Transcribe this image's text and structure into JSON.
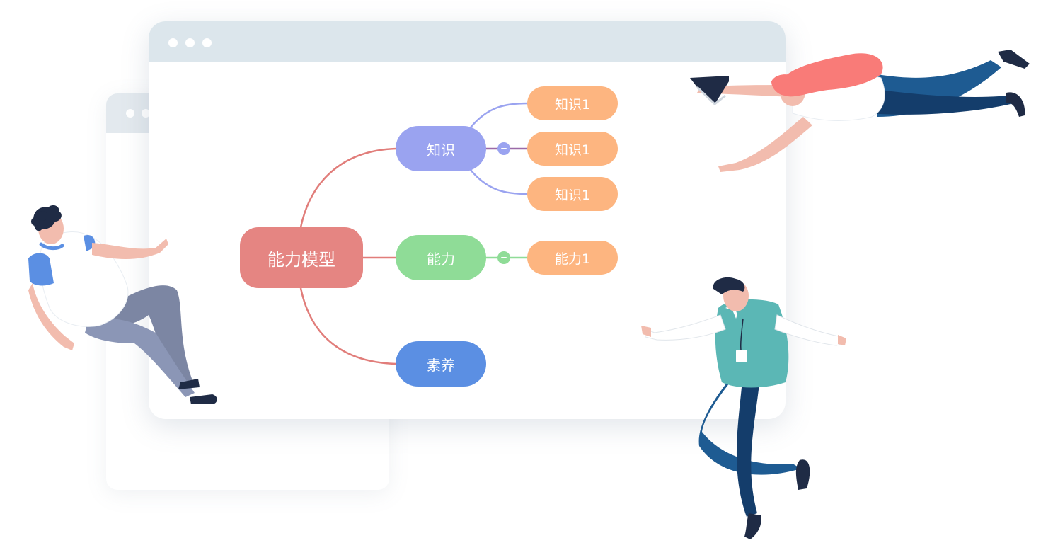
{
  "colors": {
    "root": "#e58582",
    "knowledge": "#9aa3f0",
    "ability": "#8fdc97",
    "literacy": "#5b8fe3",
    "leaf": "#fdb580",
    "link_root": "#e17d7a",
    "link_knowledge": "#9aa3f0",
    "link_knowledge_mid": "#9b6aa8",
    "link_ability": "#8fdc97"
  },
  "mindmap": {
    "root": {
      "label": "能力模型"
    },
    "branches": [
      {
        "label": "知识",
        "children": [
          "知识1",
          "知识1",
          "知识1"
        ]
      },
      {
        "label": "能力",
        "children": [
          "能力1"
        ]
      },
      {
        "label": "素养",
        "children": []
      }
    ]
  },
  "illustrations": [
    {
      "icon": "person-sitting-left-icon"
    },
    {
      "icon": "person-flying-woman-icon"
    },
    {
      "icon": "person-floating-man-icon"
    }
  ]
}
